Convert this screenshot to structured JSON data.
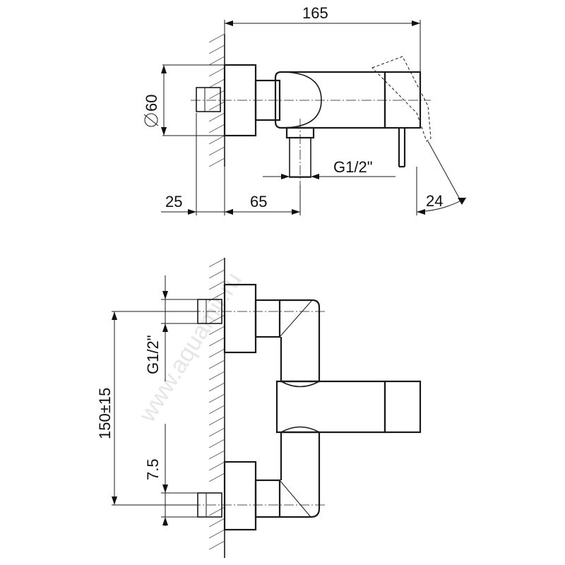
{
  "top_view": {
    "dim_overall_length": "165",
    "dim_diameter": "60",
    "dim_thread": "G1/2\"",
    "dim_wall_offset": "25",
    "dim_outlet_distance": "65",
    "dim_handle_angle": "24"
  },
  "front_view": {
    "dim_thread": "G1/2\"",
    "dim_centre_distance": "150±15",
    "dim_adjustment": "7.5"
  },
  "watermark": "www.aquamir.ru",
  "colors": {
    "line": "#1a1a1a",
    "background": "#ffffff"
  }
}
